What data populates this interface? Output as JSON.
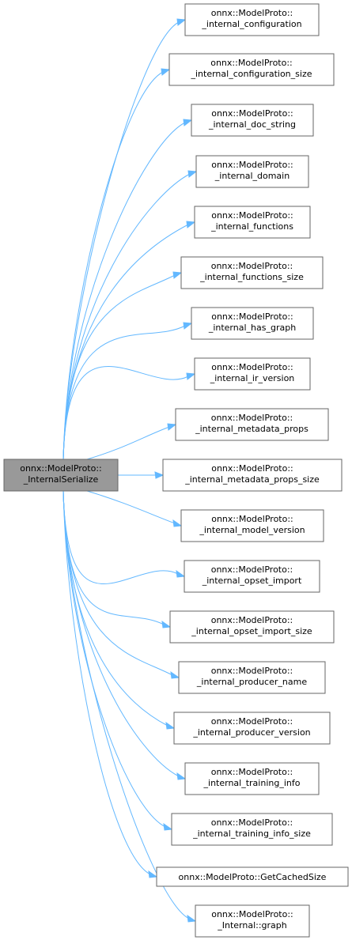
{
  "root": {
    "line1": "onnx::ModelProto::",
    "line2": "_InternalSerialize"
  },
  "callees": [
    {
      "line1": "onnx::ModelProto::",
      "line2": "_internal_configuration"
    },
    {
      "line1": "onnx::ModelProto::",
      "line2": "_internal_configuration_size"
    },
    {
      "line1": "onnx::ModelProto::",
      "line2": "_internal_doc_string"
    },
    {
      "line1": "onnx::ModelProto::",
      "line2": "_internal_domain"
    },
    {
      "line1": "onnx::ModelProto::",
      "line2": "_internal_functions"
    },
    {
      "line1": "onnx::ModelProto::",
      "line2": "_internal_functions_size"
    },
    {
      "line1": "onnx::ModelProto::",
      "line2": "_internal_has_graph"
    },
    {
      "line1": "onnx::ModelProto::",
      "line2": "_internal_ir_version"
    },
    {
      "line1": "onnx::ModelProto::",
      "line2": "_internal_metadata_props"
    },
    {
      "line1": "onnx::ModelProto::",
      "line2": "_internal_metadata_props_size"
    },
    {
      "line1": "onnx::ModelProto::",
      "line2": "_internal_model_version"
    },
    {
      "line1": "onnx::ModelProto::",
      "line2": "_internal_opset_import"
    },
    {
      "line1": "onnx::ModelProto::",
      "line2": "_internal_opset_import_size"
    },
    {
      "line1": "onnx::ModelProto::",
      "line2": "_internal_producer_name"
    },
    {
      "line1": "onnx::ModelProto::",
      "line2": "_internal_producer_version"
    },
    {
      "line1": "onnx::ModelProto::",
      "line2": "_internal_training_info"
    },
    {
      "line1": "onnx::ModelProto::",
      "line2": "_internal_training_info_size"
    },
    {
      "line1": "onnx::ModelProto::GetCachedSize",
      "line2": ""
    },
    {
      "line1": "onnx::ModelProto::",
      "line2": "_Internal::graph"
    }
  ],
  "colors": {
    "edge": "#63b8ff",
    "node_border": "#666666",
    "root_fill": "#999999"
  }
}
